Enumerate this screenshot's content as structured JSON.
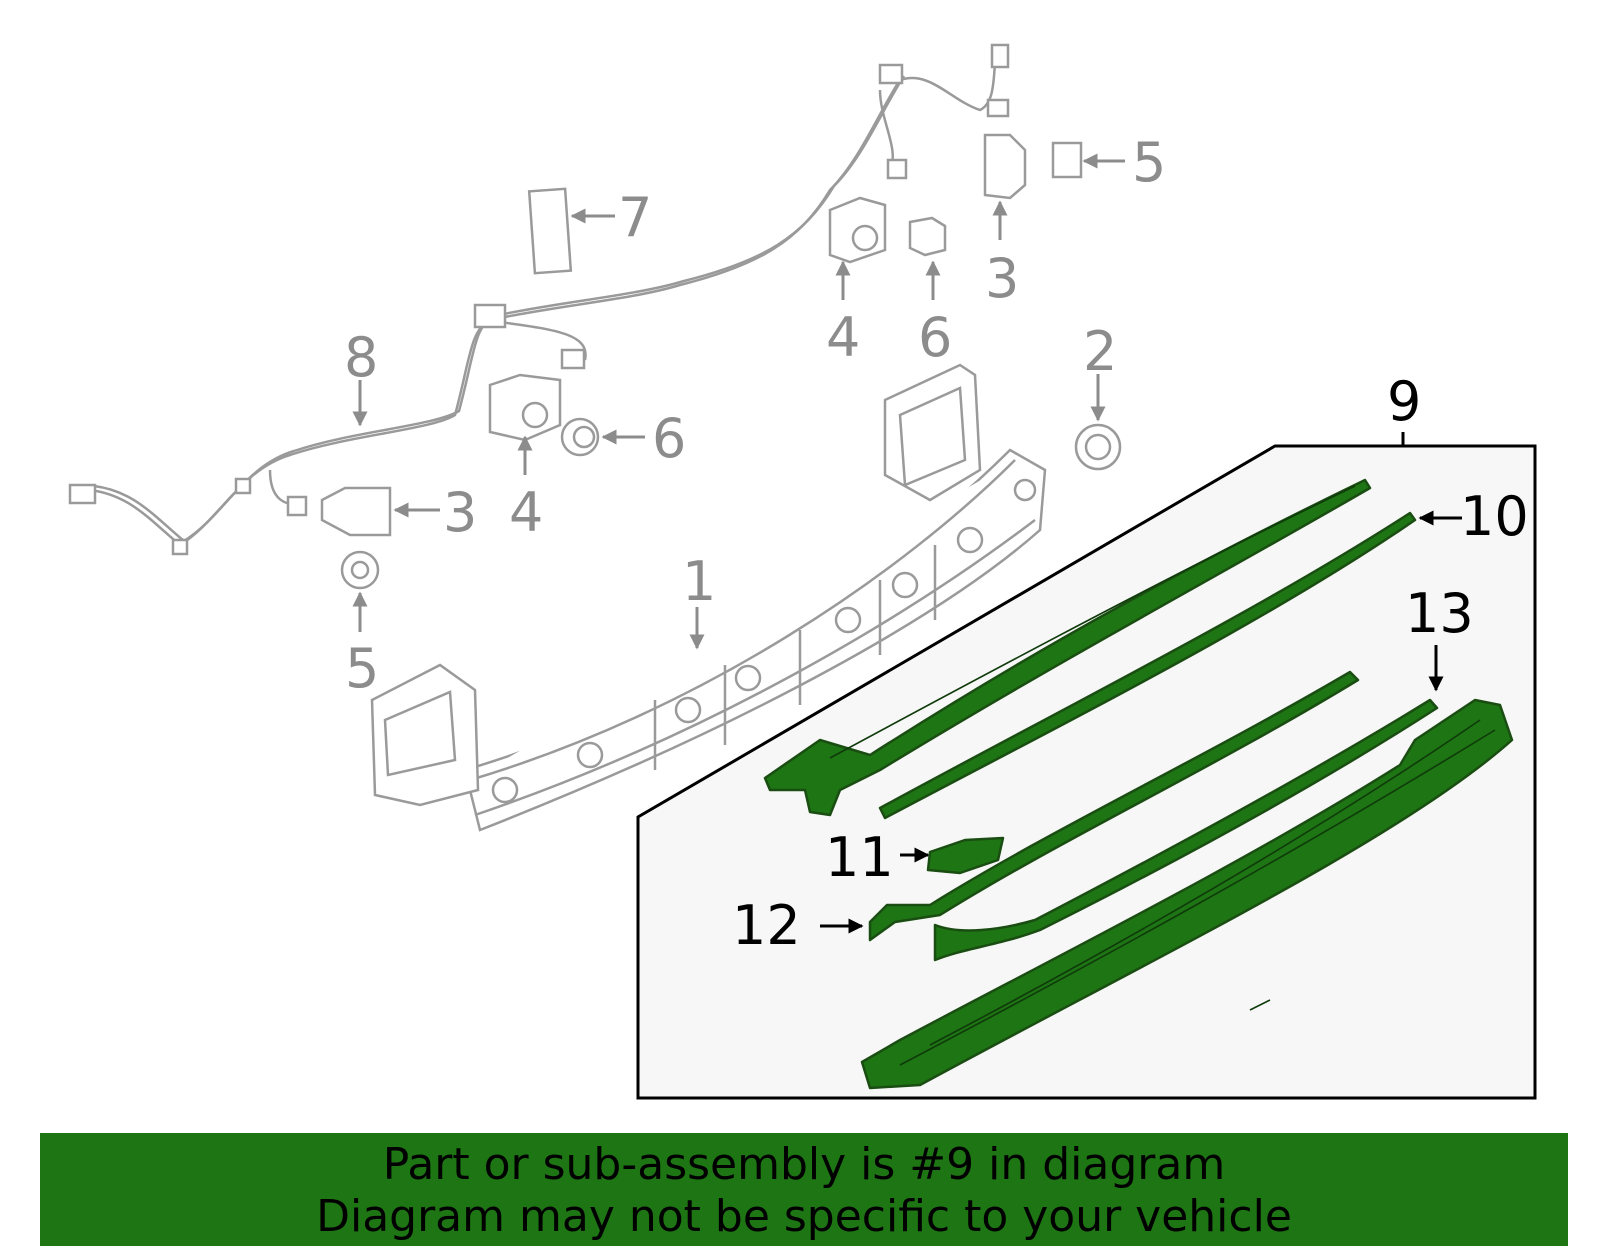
{
  "callouts": {
    "c1": "1",
    "c2": "2",
    "c3a": "3",
    "c3b": "3",
    "c4a": "4",
    "c4b": "4",
    "c5a": "5",
    "c5b": "5",
    "c6a": "6",
    "c6b": "6",
    "c7": "7",
    "c8": "8",
    "c9": "9",
    "c10": "10",
    "c11": "11",
    "c12": "12",
    "c13": "13"
  },
  "banner": {
    "line1": "Part or sub-assembly is #9 in diagram",
    "line2": "Diagram may not be specific to your vehicle"
  },
  "colors": {
    "highlight": "#1e7514",
    "part_outline": "#1a4d12",
    "context_gray": "#9a9a9a",
    "panel_fill": "#f7f7f7"
  }
}
